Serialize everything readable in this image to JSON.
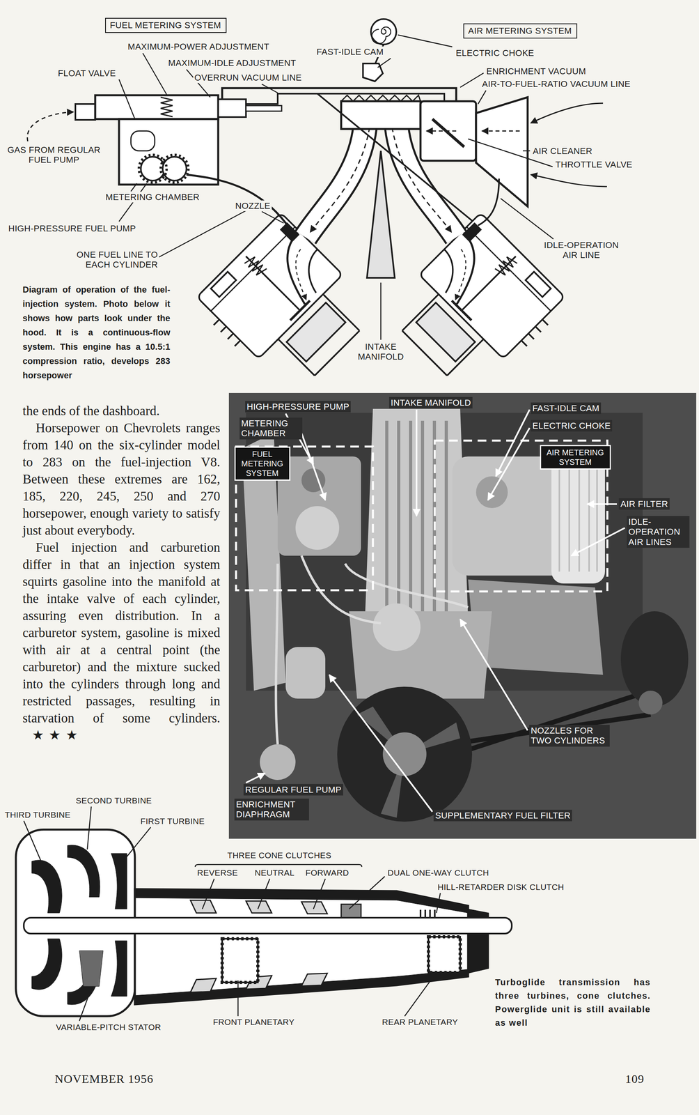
{
  "diagram": {
    "caption": "Diagram of operation of the fuel-injection system. Photo below it shows how parts look under the hood. It is a continuous-flow system. This engine has a 10.5:1 compression ratio, develops 283 horsepower",
    "nodes": [
      {
        "text": [
          "FUEL METERING SYSTEM"
        ]
      },
      {
        "text": [
          "AIR METERING SYSTEM"
        ]
      },
      {
        "text": [
          "FUEL METERING SYSTEM"
        ]
      },
      {
        "text": [
          "AIR METERING SYSTEM"
        ]
      }
    ],
    "labels": [
      "MAXIMUM-POWER ADJUSTMENT",
      "MAXIMUM-IDLE ADJUSTMENT",
      "OVERRUN VACUUM LINE",
      "FLOAT VALVE",
      "FAST-IDLE CAM",
      "ELECTRIC CHOKE",
      "ENRICHMENT VACUUM",
      "AIR-TO-FUEL-RATIO VACUUM LINE",
      "GAS FROM REGULAR FUEL PUMP",
      "AIR CLEANER",
      "THROTTLE VALVE",
      "METERING CHAMBER",
      "NOZZLE",
      "HIGH-PRESSURE FUEL PUMP",
      "ONE FUEL LINE TO EACH CYLINDER",
      "IDLE-OPERATION AIR LINE",
      "INTAKE MANIFOLD",
      "the ends of the dashboard.",
      "Horsepower on Chevrolets ranges from 140 on the six-cylinder model to 283 on the fuel-injection V8. Between these extremes are 162, 185, 220, 245, 250 and 270 horsepower, enough variety to satisfy just about everybody.",
      "Fuel injection and carburetion differ in that an injection system squirts gasoline into the manifold at the intake valve of each cylinder, assuring even distribution. In a carburetor system, gasoline is mixed with air at a central point (the carburetor) and the mixture sucked into the cylinders through long and restricted passages, resulting in starvation of some cylinders.",
      "★ ★ ★",
      "HIGH-PRESSURE PUMP",
      "INTAKE MANIFOLD",
      "FAST-IDLE CAM",
      "ELECTRIC CHOKE",
      "METERING CHAMBER",
      "AIR FILTER",
      "IDLE-OPERATION AIR LINES",
      "NOZZLES FOR TWO CYLINDERS",
      "REGULAR FUEL PUMP",
      "ENRICHMENT DIAPHRAGM",
      "SUPPLEMENTARY FUEL FILTER",
      "SECOND TURBINE",
      "THIRD TURBINE",
      "FIRST TURBINE",
      "THREE CONE CLUTCHES",
      "REVERSE",
      "NEUTRAL",
      "FORWARD",
      "DUAL ONE-WAY CLUTCH",
      "HILL-RETARDER DISK CLUTCH",
      "FRONT PLANETARY",
      "REAR PLANETARY",
      "VARIABLE-PITCH STATOR",
      "Turboglide transmission has three turbines, cone clutches. Powerglide unit is still available as well",
      "NOVEMBER 1956",
      "109"
    ]
  }
}
